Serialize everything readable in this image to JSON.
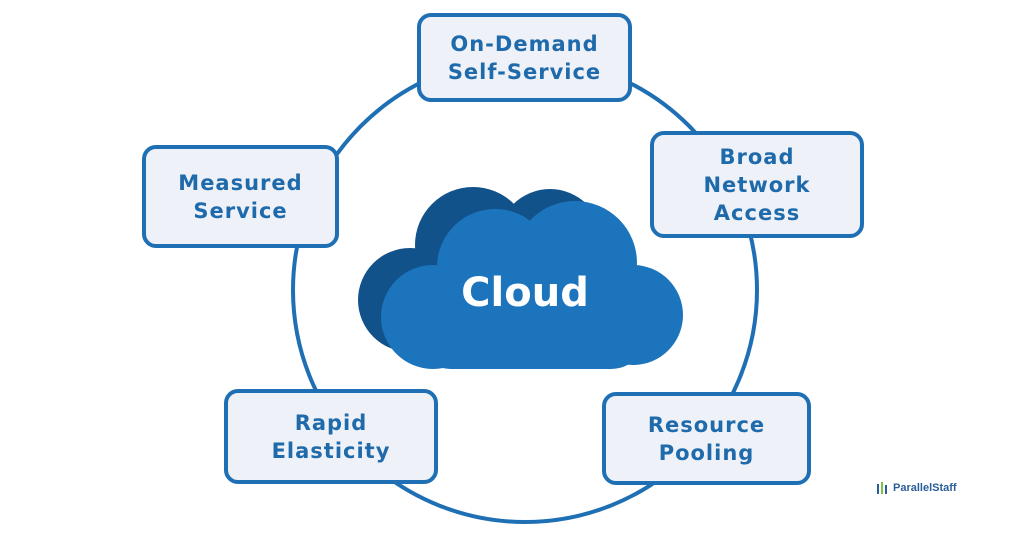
{
  "center": {
    "label": "Cloud"
  },
  "nodes": {
    "top": {
      "lines": [
        "On-Demand",
        "Self-Service"
      ]
    },
    "left": {
      "lines": [
        "Measured",
        "Service"
      ]
    },
    "right": {
      "lines": [
        "Broad",
        "Network",
        "Access"
      ]
    },
    "bleft": {
      "lines": [
        "Rapid",
        "Elasticity"
      ]
    },
    "bright": {
      "lines": [
        "Resource",
        "Pooling"
      ]
    }
  },
  "brand": {
    "text": "ParallelStaff"
  },
  "colors": {
    "ring": "#1f6fb4",
    "node_fill": "#eef1f7",
    "node_text": "#1e6aab",
    "cloud_front": "#1c75bc",
    "cloud_back": "#11528b",
    "logo_primary": "#2b5e98",
    "logo_accent": "#7fc241"
  }
}
